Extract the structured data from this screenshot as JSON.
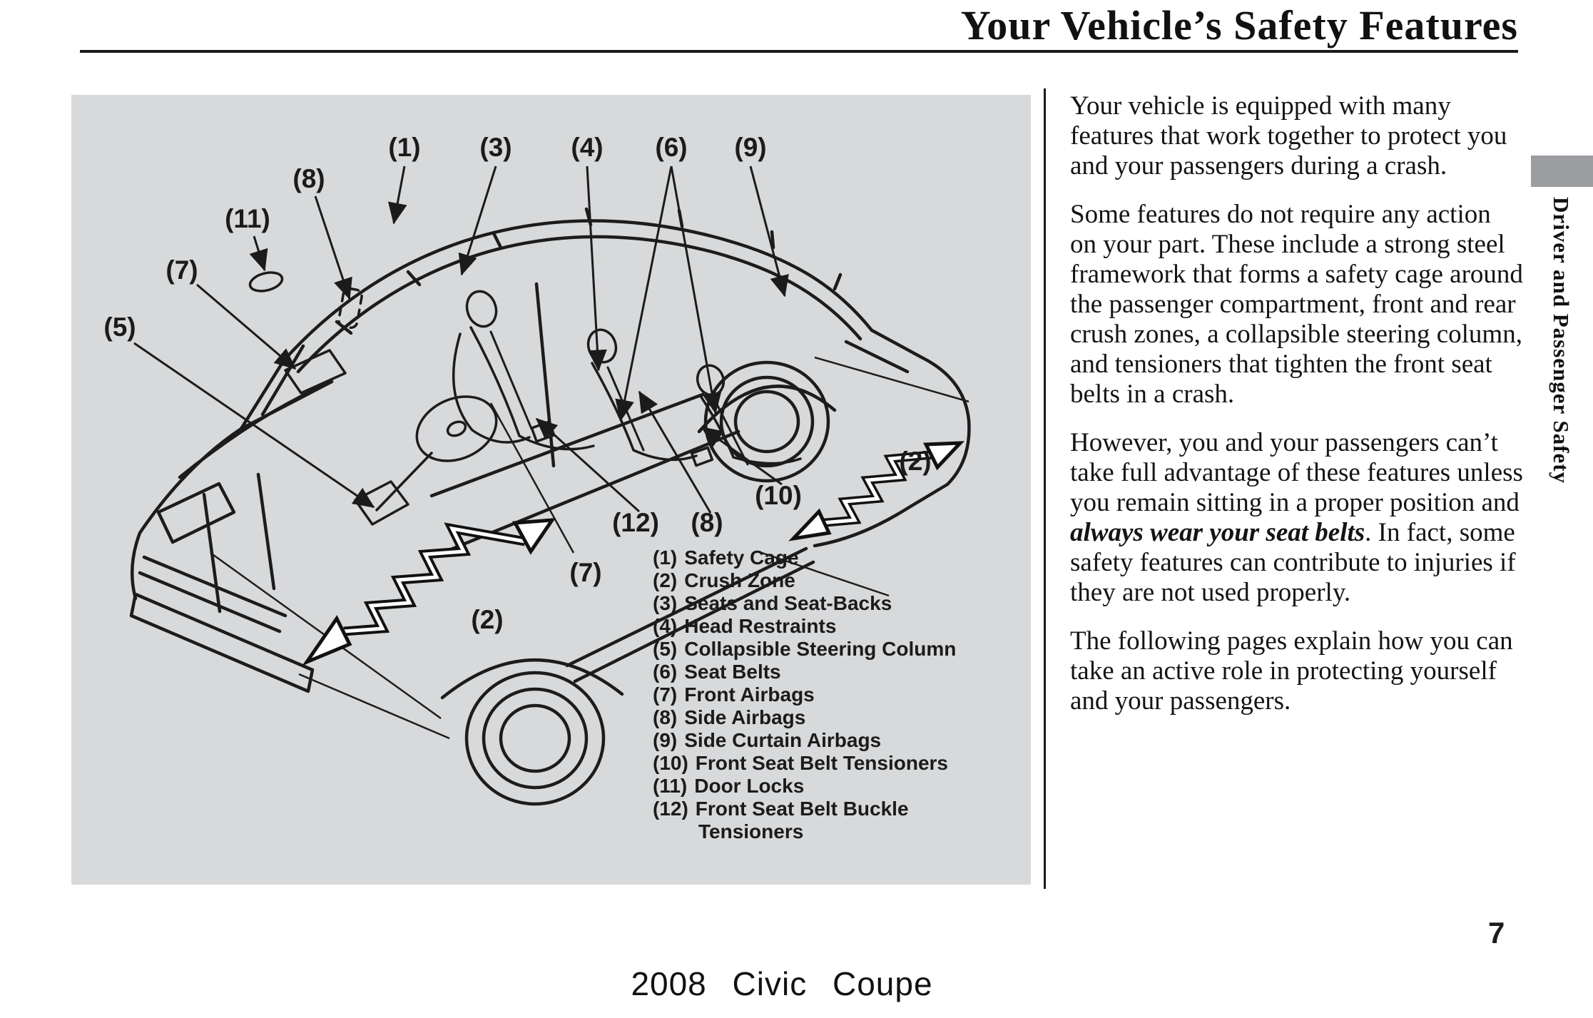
{
  "page": {
    "title": "Your Vehicle’s Safety Features",
    "page_number": "7",
    "footer": "2008 Civic Coupe",
    "side_tab": "Driver and Passenger Safety"
  },
  "diagram": {
    "callouts": [
      {
        "text": "(1)"
      },
      {
        "text": "(3)"
      },
      {
        "text": "(4)"
      },
      {
        "text": "(6)"
      },
      {
        "text": "(9)"
      },
      {
        "text": "(8)"
      },
      {
        "text": "(11)"
      },
      {
        "text": "(7)"
      },
      {
        "text": "(5)"
      },
      {
        "text": "(2)"
      },
      {
        "text": "(10)"
      },
      {
        "text": "(12)"
      },
      {
        "text": "(8)"
      },
      {
        "text": "(7)"
      },
      {
        "text": "(2)"
      }
    ]
  },
  "legend": {
    "items": [
      {
        "num": "(1)",
        "label": "Safety Cage"
      },
      {
        "num": "(2)",
        "label": "Crush Zone"
      },
      {
        "num": "(3)",
        "label": "Seats and Seat-Backs"
      },
      {
        "num": "(4)",
        "label": "Head Restraints"
      },
      {
        "num": "(5)",
        "label": "Collapsible Steering Column"
      },
      {
        "num": "(6)",
        "label": "Seat Belts"
      },
      {
        "num": "(7)",
        "label": "Front Airbags"
      },
      {
        "num": "(8)",
        "label": "Side Airbags"
      },
      {
        "num": "(9)",
        "label": "Side Curtain Airbags"
      },
      {
        "num": "(10)",
        "label": "Front Seat Belt Tensioners"
      },
      {
        "num": "(11)",
        "label": "Door Locks"
      },
      {
        "num": "(12)",
        "label": "Front Seat Belt Buckle"
      }
    ],
    "wrap": "Tensioners"
  },
  "body": {
    "p1": "Your vehicle is equipped with many features that work together to protect you and your passengers during a crash.",
    "p2": "Some features do not require any action on your part. These include a strong steel framework that forms a safety cage around the passenger compartment, front and rear crush zones, a collapsible steering column, and tensioners that tighten the front seat belts in a crash.",
    "p3a": "However, you and your passengers can’t take full advantage of these features unless you remain sitting in a proper position and ",
    "p3b": "always wear your seat belts",
    "p3c": ". In fact, some safety features can contribute to injuries if they are not used properly.",
    "p4": "The following pages explain how you can take an active role in protecting yourself and your passengers."
  }
}
